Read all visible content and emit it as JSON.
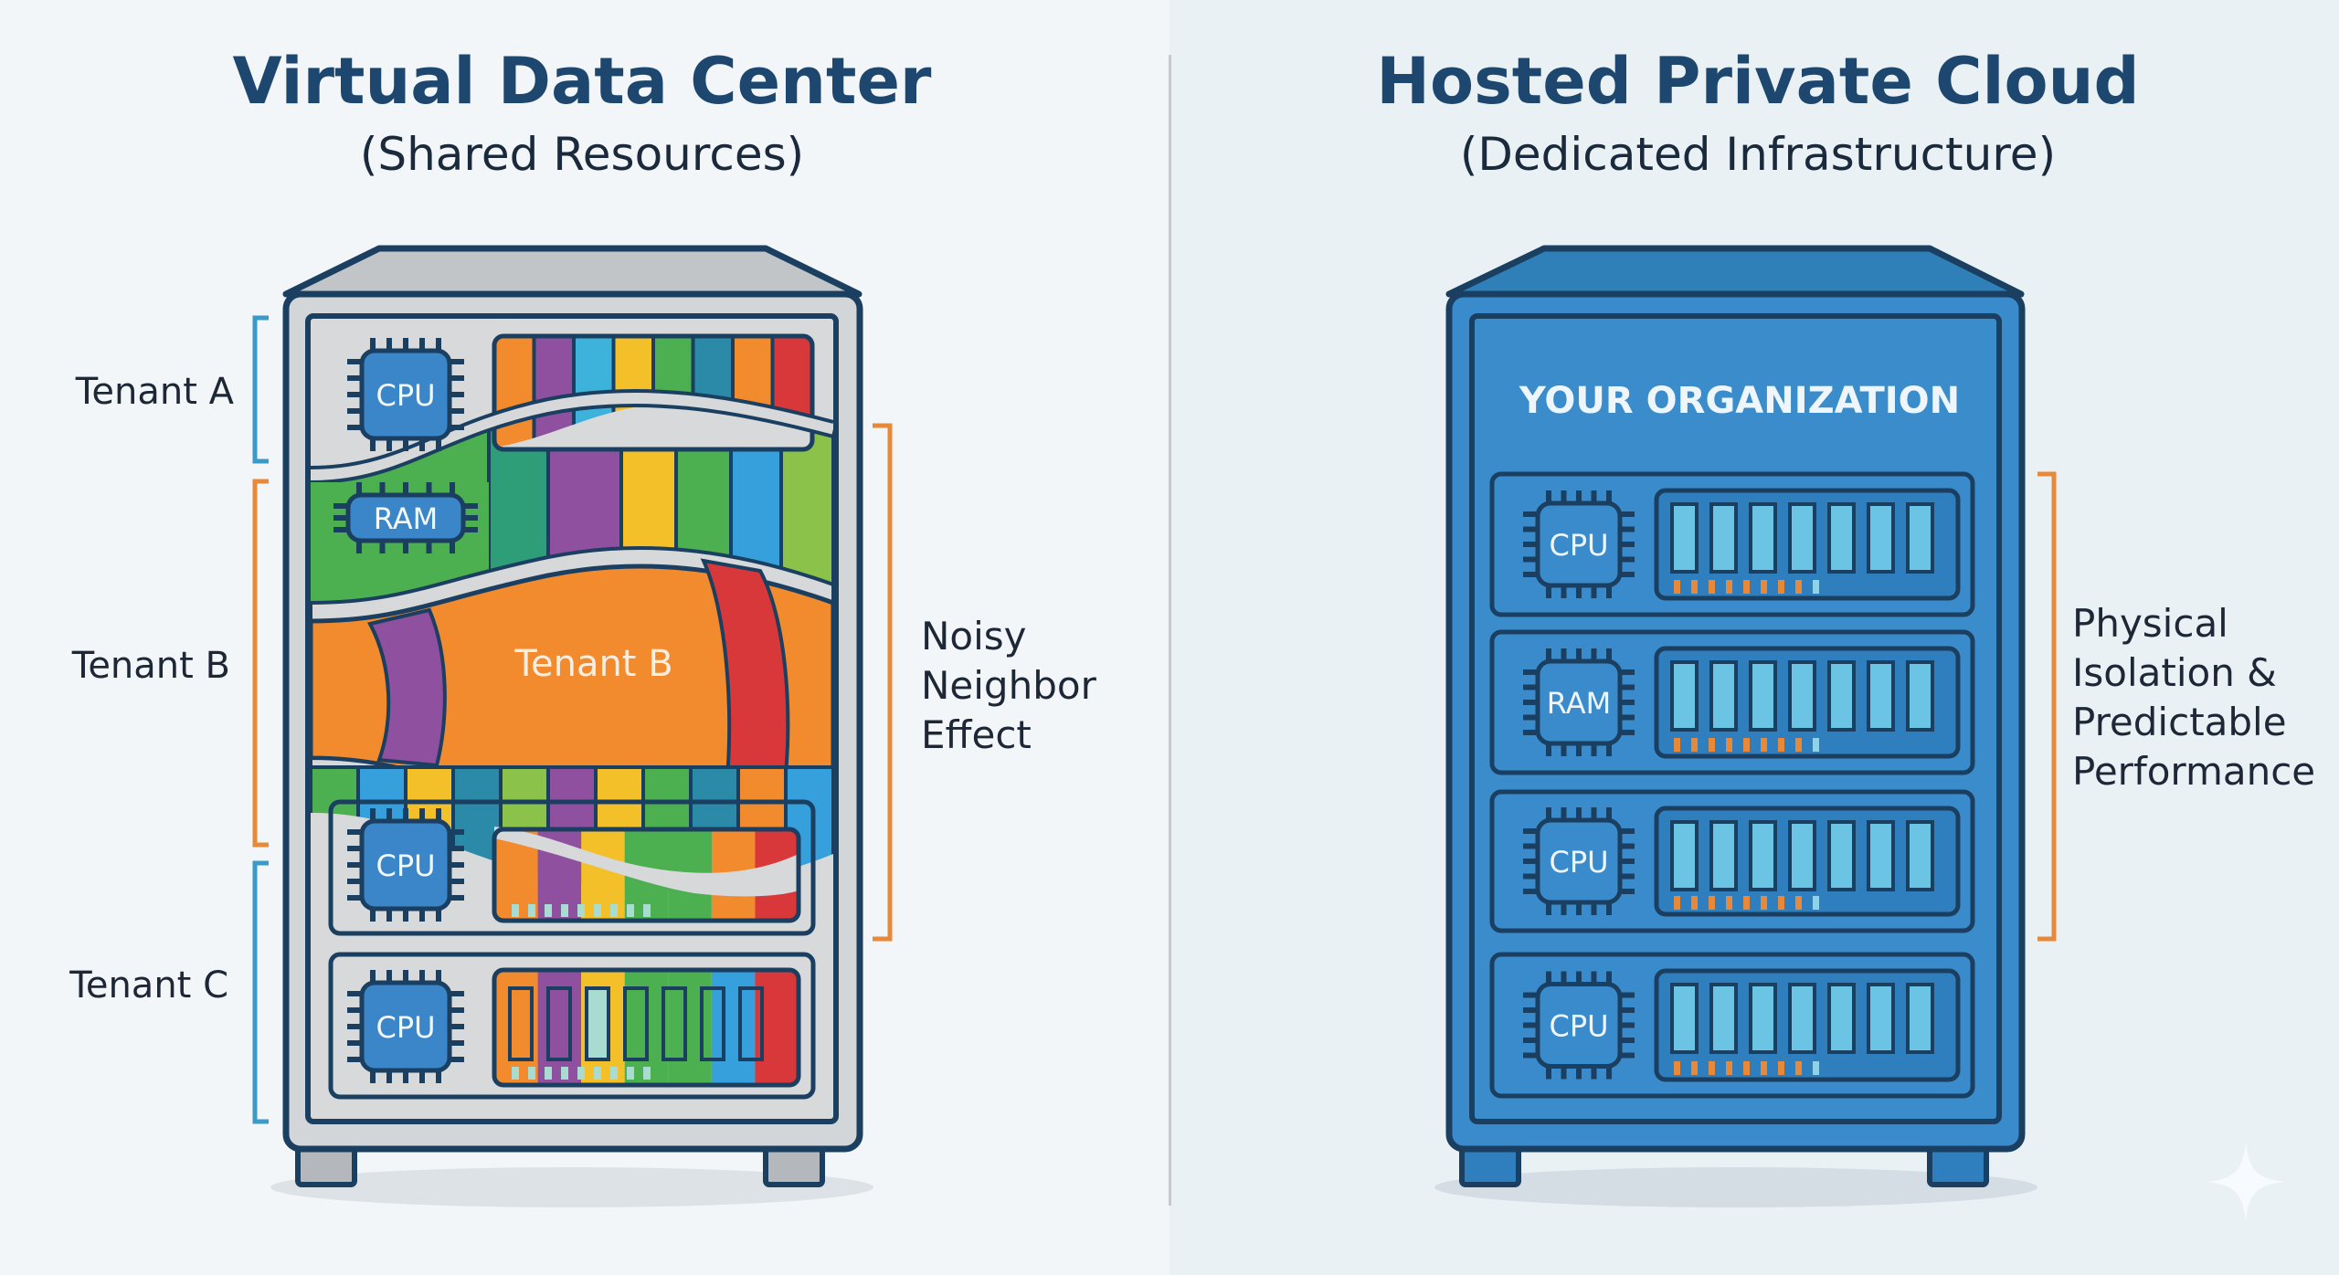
{
  "left": {
    "title": "Virtual Data Center",
    "subtitle": "(Shared Resources)",
    "tenant_labels": [
      "Tenant A",
      "Tenant B",
      "Tenant C"
    ],
    "center_label": "Tenant B",
    "chip_labels": [
      "CPU",
      "RAM",
      "CPU",
      "CPU"
    ],
    "callout": [
      "Noisy",
      "Neighbor",
      "Effect"
    ]
  },
  "right": {
    "title": "Hosted Private Cloud",
    "subtitle": "(Dedicated Infrastructure)",
    "banner": "YOUR ORGANIZATION",
    "chip_labels": [
      "CPU",
      "RAM",
      "CPU",
      "CPU"
    ],
    "callout": [
      "Physical",
      "Isolation &",
      "Predictable",
      "Performance"
    ]
  },
  "colors": {
    "title": "#1e4770",
    "chassis_outline": "#1b3f61",
    "left_chassis": "#d3d6d9",
    "right_chassis": "#3a8bcb",
    "bracket_blue": "#3a9ac8",
    "bracket_orange": "#e8893a",
    "chip": "#3a86c8",
    "tenant_palette": [
      "#f28a2e",
      "#9050a0",
      "#3db3dc",
      "#f4c02a",
      "#4caf50",
      "#2a8aa8",
      "#f28a2e",
      "#d9383a",
      "#8bc34a",
      "#36a0dc"
    ]
  },
  "watermark_icon": "sparkle-icon"
}
